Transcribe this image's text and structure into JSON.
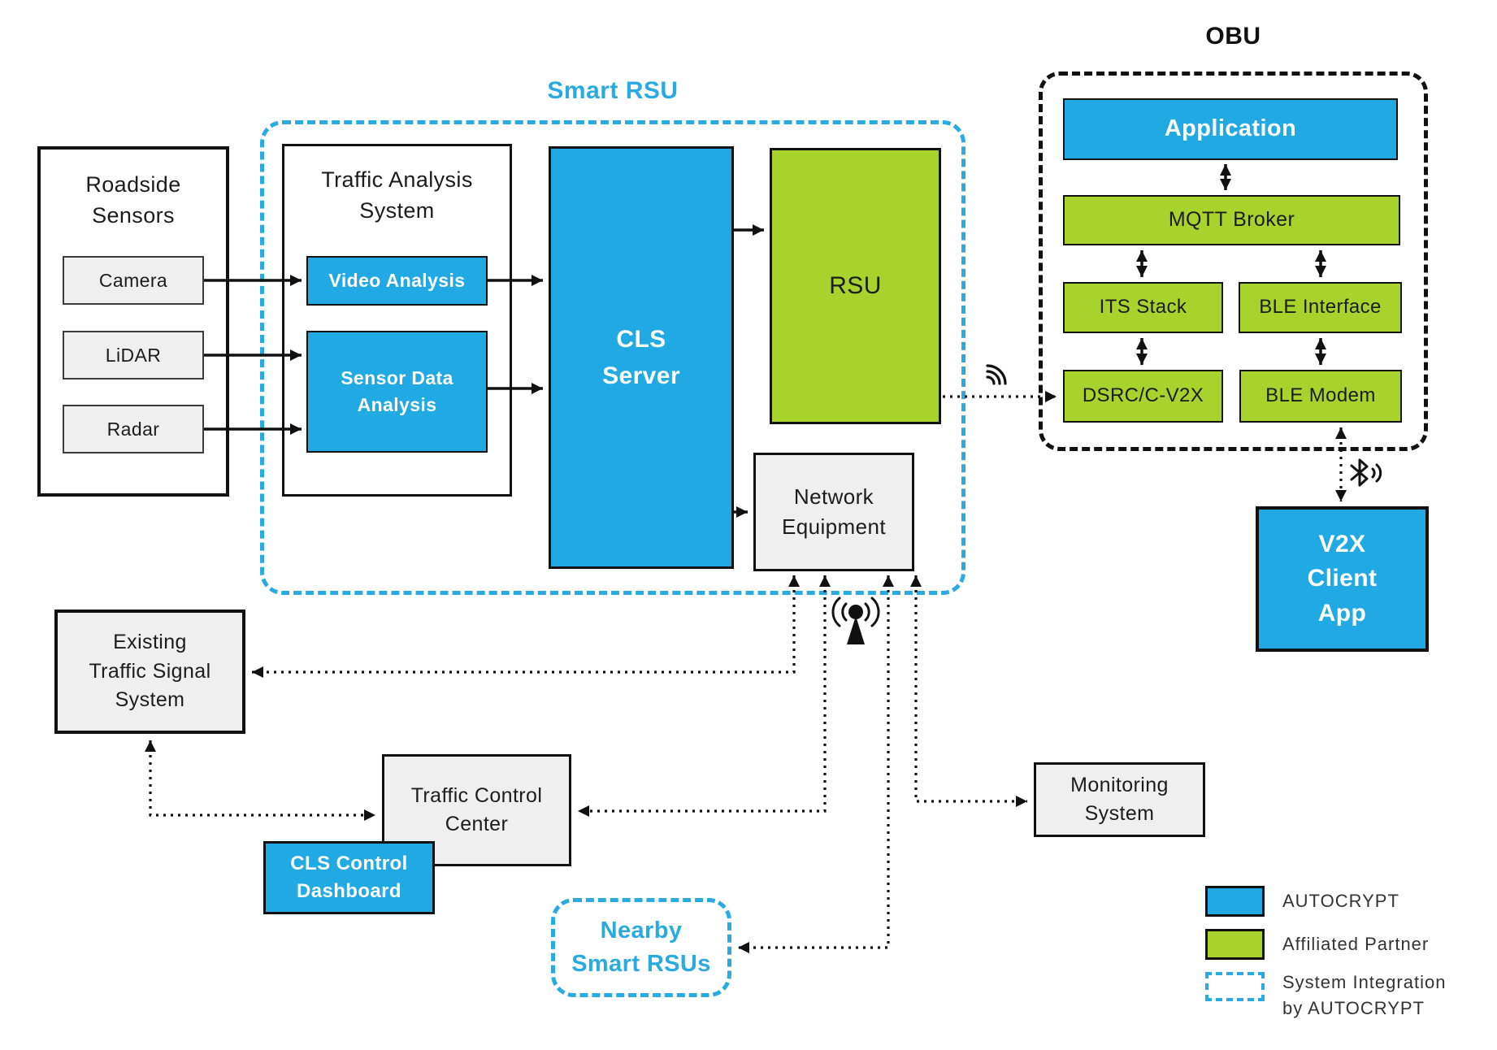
{
  "titles": {
    "smart_rsu": "Smart RSU",
    "obu": "OBU"
  },
  "nodes": {
    "roadside_sensors": "Roadside\nSensors",
    "camera": "Camera",
    "lidar": "LiDAR",
    "radar": "Radar",
    "traffic_analysis_system": "Traffic Analysis\nSystem",
    "video_analysis": "Video Analysis",
    "sensor_data_analysis": "Sensor Data\nAnalysis",
    "cls_server": "CLS\nServer",
    "rsu": "RSU",
    "network_equipment": "Network\nEquipment",
    "application": "Application",
    "mqtt_broker": "MQTT Broker",
    "its_stack": "ITS Stack",
    "ble_interface": "BLE Interface",
    "dsrc_cv2x": "DSRC/C-V2X",
    "ble_modem": "BLE Modem",
    "v2x_client_app": "V2X\nClient\nApp",
    "existing_traffic_signal_system": "Existing\nTraffic Signal\nSystem",
    "traffic_control_center": "Traffic Control\nCenter",
    "cls_control_dashboard": "CLS Control\nDashboard",
    "nearby_smart_rsus": "Nearby\nSmart RSUs",
    "monitoring_system": "Monitoring\nSystem"
  },
  "legend": {
    "autocrypt": "AUTOCRYPT",
    "affiliated_partner": "Affiliated Partner",
    "system_integration": "System Integration\nby AUTOCRYPT"
  },
  "colors": {
    "autocrypt_blue": "#21a9e3",
    "partner_green": "#a7d32c",
    "neutral_gray": "#efefef",
    "line_black": "#111111"
  },
  "icons": {
    "antenna": "antenna-icon",
    "wireless_signal": "wireless-signal-icon",
    "bluetooth": "bluetooth-icon"
  }
}
